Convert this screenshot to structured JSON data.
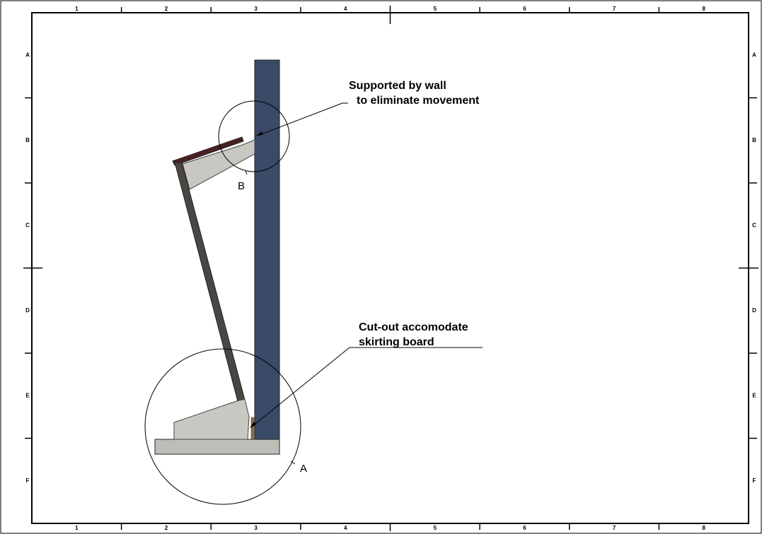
{
  "frame": {
    "columns": [
      "1",
      "2",
      "3",
      "4",
      "5",
      "6",
      "7",
      "8"
    ],
    "rows": [
      "A",
      "B",
      "C",
      "D",
      "E",
      "F"
    ]
  },
  "annotations": {
    "top_line1": "Supported by wall",
    "top_line2": "to eliminate movement",
    "bottom_line1": "Cut-out accomodate",
    "bottom_line2": "skirting board"
  },
  "detail_labels": {
    "a": "A",
    "b": "B"
  },
  "colors": {
    "wall": "#3a4a67",
    "floor": "#bfbdb7",
    "bracket": "#c9c7c1",
    "leg": "#4a4743",
    "top_edge": "#4a2020",
    "skirting": "#8b6a45"
  }
}
